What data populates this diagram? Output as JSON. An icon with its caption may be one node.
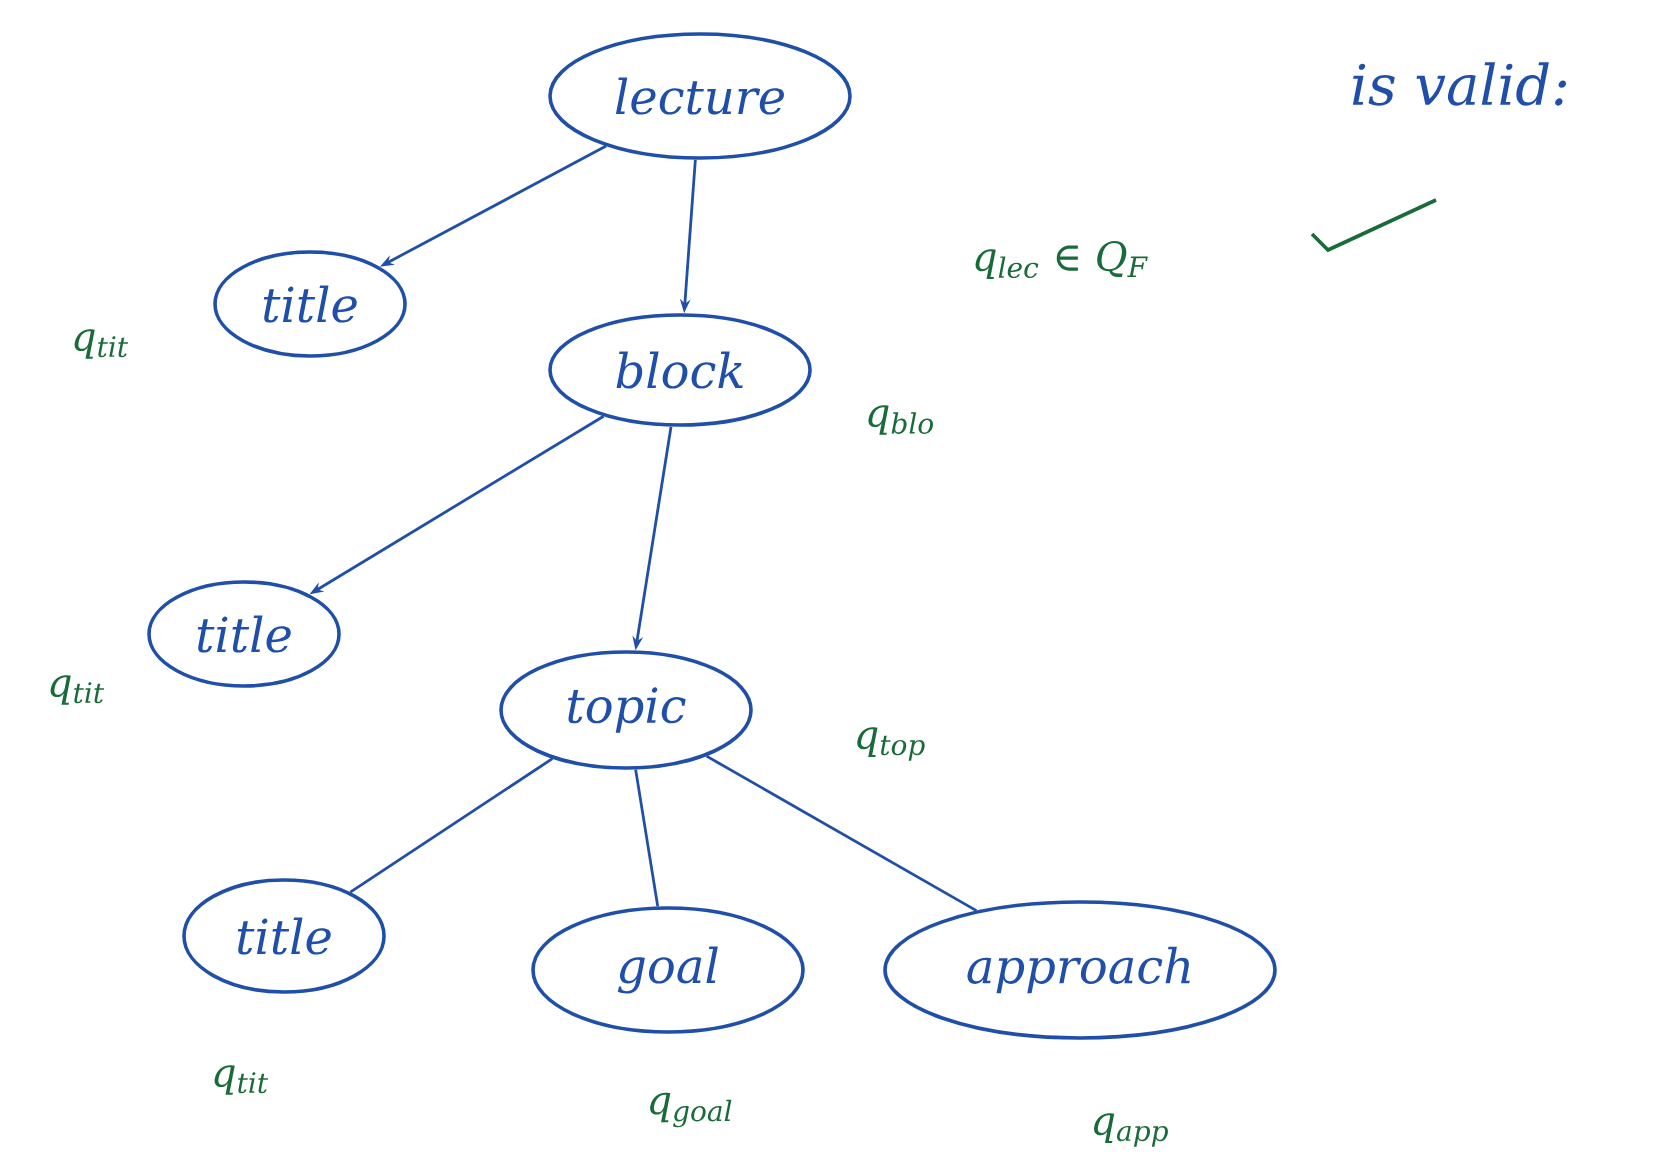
{
  "diagram": {
    "nodes": [
      {
        "text": [
          "lecture"
        ],
        "beside": [
          "q$_{lec}$ ∈ Q$_{F}$"
        ]
      },
      {
        "text": [
          "title"
        ],
        "beside": [
          "q$_{tit}$"
        ]
      },
      {
        "text": [
          "block"
        ],
        "beside": [
          "q$_{blo}$"
        ]
      },
      {
        "text": [
          "title"
        ],
        "beside": [
          "q$_{tit}$"
        ]
      },
      {
        "text": [
          "topic"
        ],
        "beside": [
          "q$_{top}$"
        ]
      },
      {
        "text": [
          "title"
        ],
        "beside": [
          "q$_{tit}$"
        ]
      },
      {
        "text": [
          "goal"
        ],
        "beside": [
          "q$_{goal}$"
        ]
      },
      {
        "text": [
          "approach"
        ],
        "beside": [
          "q$_{app}$"
        ]
      }
    ],
    "edges": [
      {
        "from": 0,
        "to": 1,
        "arrow": "to"
      },
      {
        "from": 0,
        "to": 2,
        "arrow": "to"
      },
      {
        "from": 2,
        "to": 3,
        "arrow": "to"
      },
      {
        "from": 2,
        "to": 4,
        "arrow": "to"
      },
      {
        "from": 4,
        "to": 5,
        "arrow": "none"
      },
      {
        "from": 4,
        "to": 6,
        "arrow": "none"
      },
      {
        "from": 4,
        "to": 7,
        "arrow": "none"
      }
    ],
    "labels": [
      "is valid:"
    ]
  }
}
